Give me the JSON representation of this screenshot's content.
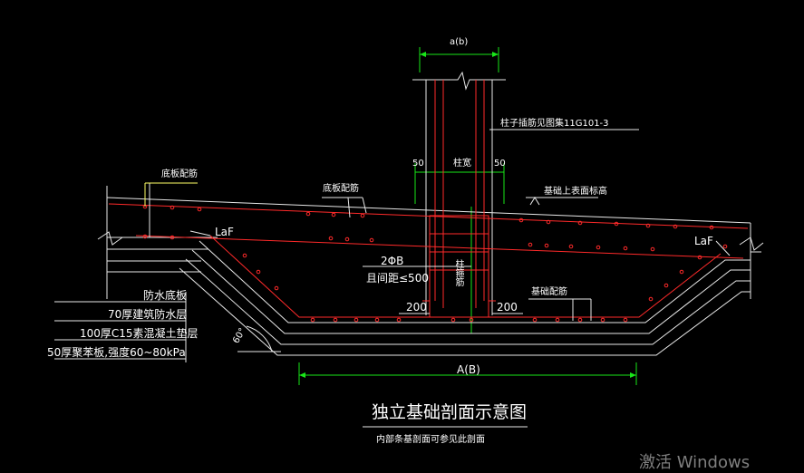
{
  "labels": {
    "column_width": "a(b)",
    "column_rebar_note": "柱子插筋见图集11G101-3",
    "offset_left": "50",
    "offset_right": "50",
    "column_width_mid": "柱宽",
    "bottom_slab_rebar_left": "底板配筋",
    "bottom_slab_rebar_mid": "底板配筋",
    "top_marker": "基础上表面标高",
    "laf_left": "LaF",
    "laf_right": "LaF",
    "stirrup_spec": "2ΦB",
    "stirrup_spacing": "且间距≤500",
    "column_stirrups": "柱箍筋",
    "dim_200_left": "200",
    "dim_200_right": "200",
    "foundation_rebar": "基础配筋",
    "waterproof_base": "防水底板",
    "layer1": "70厚建筑防水层",
    "layer2": "100厚C15素混凝土垫层",
    "layer3": "50厚聚苯板,强度60~80kPa",
    "angle": "60°",
    "width_total": "A(B)",
    "title": "独立基础剖面示意图",
    "subtitle": "内部条基剖面可参见此剖面"
  },
  "watermark": "激活 Windows",
  "colors": {
    "background": "#000000",
    "outline": "#ffffff",
    "rebar": "#ff2a2a",
    "dimension": "#19e619",
    "leader": "#ffff66"
  }
}
